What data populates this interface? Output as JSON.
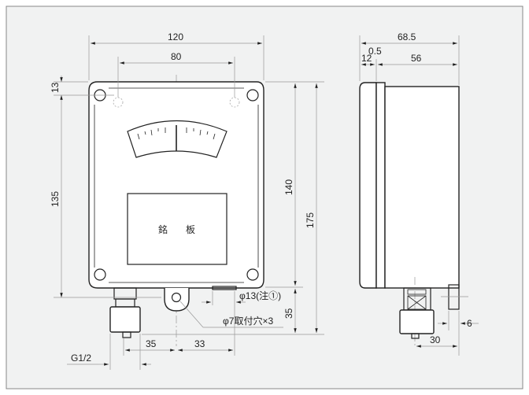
{
  "dimensions": {
    "front_width": "120",
    "hole_spacing": "80",
    "top_offset": "13",
    "hole_vertical": "135",
    "body_height": "140",
    "total_height": "175",
    "bottom_offset": "35",
    "fitting_to_center": "35",
    "center_to_outlet": "33",
    "thread": "G1/2",
    "outlet_dia": "φ13(注①)",
    "mount_holes": "φ7取付穴×3",
    "side_depth": "68.5",
    "gap": "0.5",
    "flange": "12",
    "case_depth": "56",
    "tab_width": "6",
    "fitting_offset": "30"
  },
  "nameplate": {
    "char1": "銘",
    "char2": "板"
  }
}
